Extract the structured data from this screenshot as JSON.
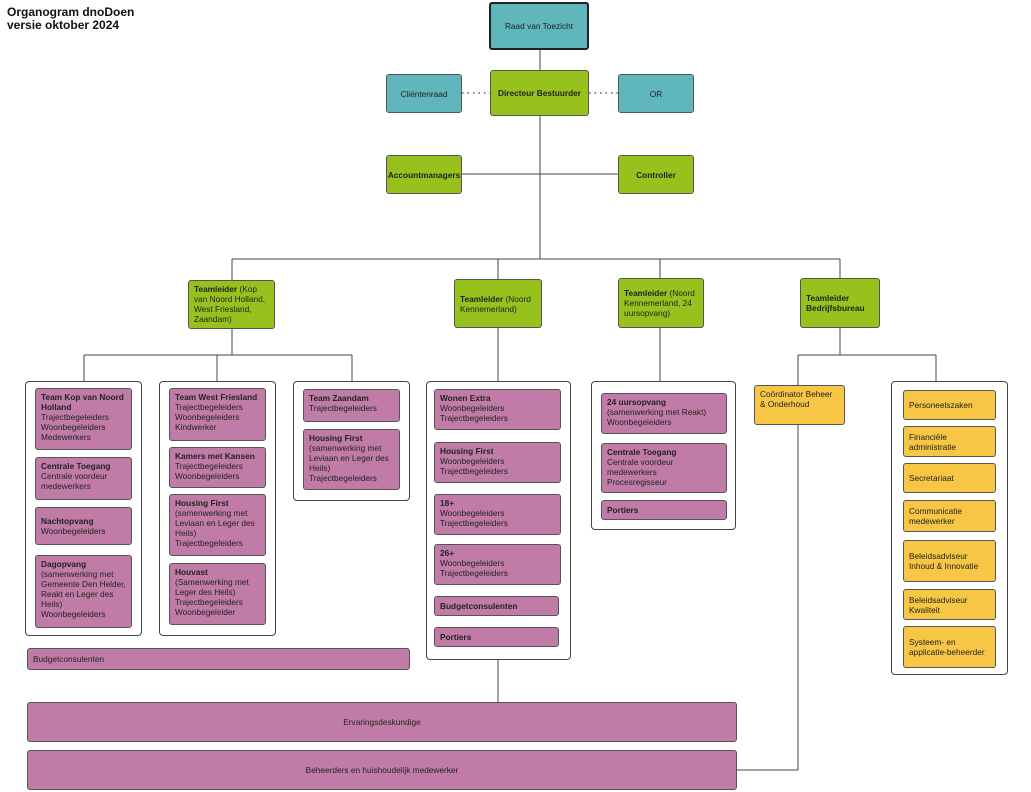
{
  "title": {
    "line1": "Organogram dnoDoen",
    "line2": "versie oktober 2024"
  },
  "top": {
    "raad": "Raad van Toezicht",
    "clientenraad": "Cliëntenraad",
    "directeur": "Directeur Bestuurder",
    "or": "OR",
    "accountmanagers": "Accountmanagers",
    "controller": "Controller"
  },
  "teamleiders": [
    {
      "bold": "Teamleider",
      "rest": " (Kop van Noord Holland, West Friesland, Zaandam)"
    },
    {
      "bold": "Teamleider",
      "rest": " (Noord Kennemerland)"
    },
    {
      "bold": "Teamleider",
      "rest": " (Noord Kennemerland, 24 uursopvang)"
    },
    {
      "bold": "Teamleider Bedrijfsbureau",
      "rest": ""
    }
  ],
  "group1": [
    {
      "title": "Team Kop van Noord Holland",
      "sub": "Trajectbegeleiders\nWoonbegeleiders\nMedewerkers"
    },
    {
      "title": "Centrale Toegang",
      "sub": "Centrale voordeur medewerkers"
    },
    {
      "title": "Nachtopvang",
      "sub": "Woonbegeleiders"
    },
    {
      "title": "Dagopvang",
      "sub": "(samenwerking met Gemeente Den Helder, Reakt en Leger des Heils)\nWoonbegeleiders"
    }
  ],
  "group2": [
    {
      "title": "Team West Friesland",
      "sub": "Trajectbegeleiders\nWoonbegeleiders\nKindwerker"
    },
    {
      "title": "Kamers met Kansen",
      "sub": "Trajectbegeleiders\nWoonbegeleiders"
    },
    {
      "title": "Housing First",
      "sub": "(samenwerking met Leviaan en Leger des Heils)\nTrajectbegeleiders"
    },
    {
      "title": "Houvast",
      "sub": "(Samenwerking met Leger des Heils)\nTrajectbegeleiders\nWoonbegeleider"
    }
  ],
  "group3": [
    {
      "title": "Team Zaandam",
      "sub": "Trajectbegeleiders"
    },
    {
      "title": "Housing First",
      "sub": "(samenwerking met Leviaan en Leger des Heils)\nTrajectbegeleiders"
    }
  ],
  "group4": [
    {
      "title": "Wonen Extra",
      "sub": "Woonbegeleiders\nTrajectbegeleiders"
    },
    {
      "title": "Housing First",
      "sub": "Woonbegeleiders\nTrajectbegeleiders"
    },
    {
      "title": "18+",
      "sub": "Woonbegeleiders\nTrajectbegeleiders"
    },
    {
      "title": "26+",
      "sub": "Woonbegeleiders\nTrajectbegeleiders"
    },
    {
      "title": "Budgetconsulenten",
      "sub": ""
    },
    {
      "title": "Portiers",
      "sub": ""
    }
  ],
  "group5": [
    {
      "title": "24 uursopvang",
      "sub": "(samenwerking met Reakt)\nWoonbegeleiders"
    },
    {
      "title": "Centrale Toegang",
      "sub": "Centrale voordeur medewerkers\nProcesregisseur"
    },
    {
      "title": "Portiers",
      "sub": ""
    }
  ],
  "coordinator": "Coördinator Beheer & Onderhoud",
  "bedrijfsbureau": [
    "Personeelszaken",
    "Financiële administratie",
    "Secretariaat",
    "Communicatie medewerker",
    "Beleidsadviseur Inhoud & Innovatie",
    "Beleidsadviseur Kwaliteit",
    "Systeem- en applicatie-beheerder"
  ],
  "bottom": {
    "budgetconsulenten": "Budgetconsulenten",
    "ervaringsdeskundige": "Ervaringsdeskundige",
    "beheerders": "Beheerders en huishoudelijk medewerker"
  },
  "colors": {
    "teal": "#5fb7bc",
    "green": "#97c21e",
    "purple": "#c07ca6",
    "yellow": "#f7c645"
  }
}
